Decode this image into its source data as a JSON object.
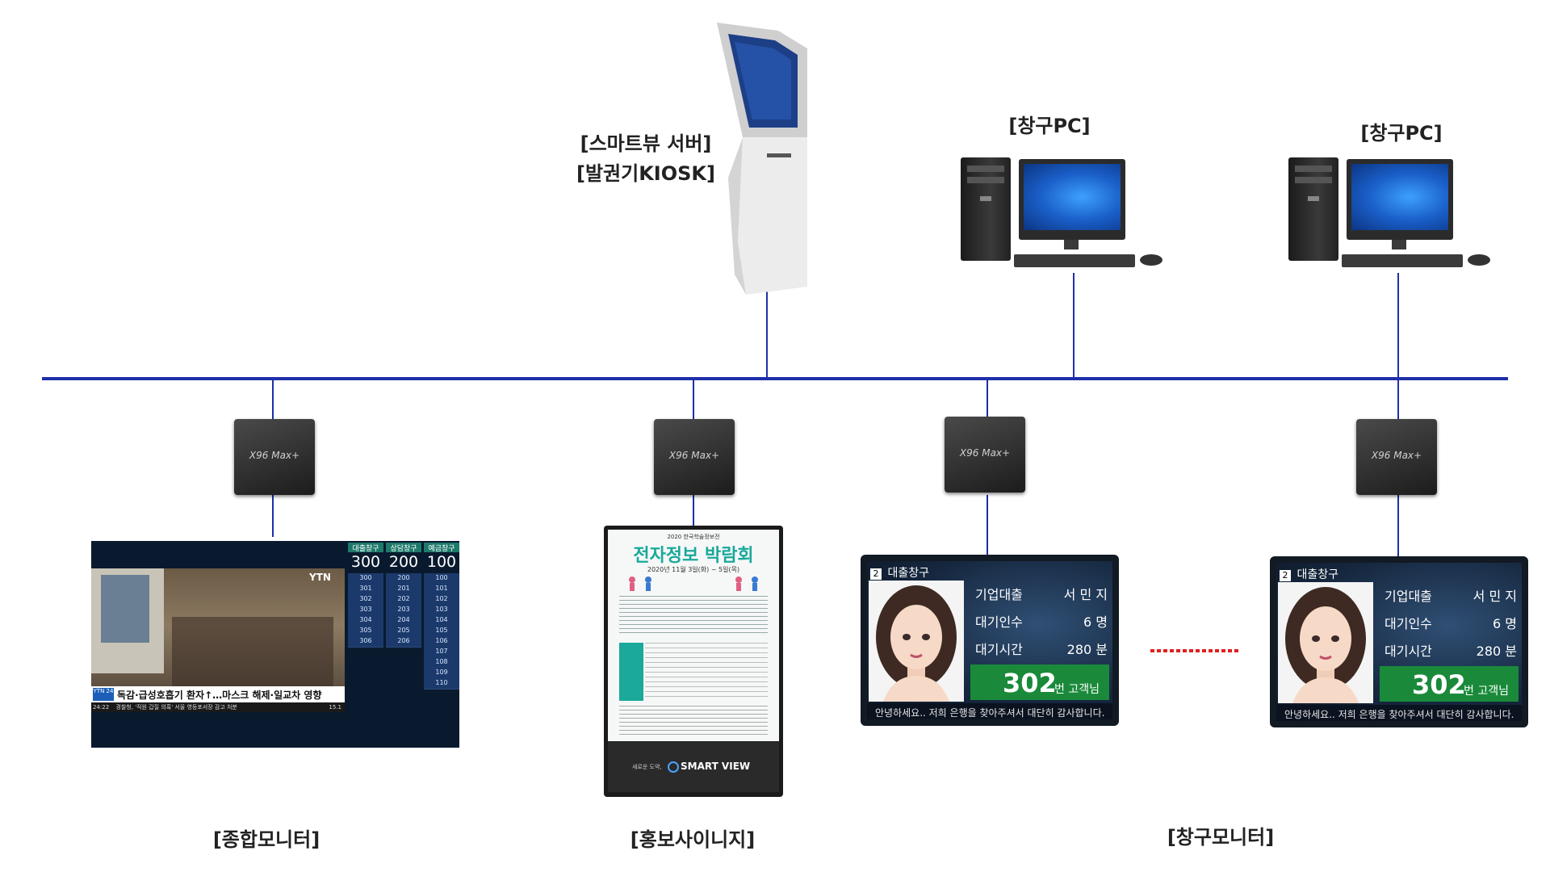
{
  "labels": {
    "kiosk_line1": "[스마트뷰 서버]",
    "kiosk_line2": "[발권기KIOSK]",
    "pc1": "[창구PC]",
    "pc2": "[창구PC]",
    "general_monitor": "[종합모니터]",
    "signage": "[홍보사이니지]",
    "window_monitor": "[창구모니터]"
  },
  "android_box_logo": "X96 Max+",
  "general_monitor": {
    "headers": [
      "대출창구",
      "상담창구",
      "예금창구"
    ],
    "current": [
      "300",
      "200",
      "100"
    ],
    "rows": [
      [
        "300",
        "200",
        "100"
      ],
      [
        "301",
        "201",
        "101"
      ],
      [
        "302",
        "202",
        "102"
      ],
      [
        "303",
        "203",
        "103"
      ],
      [
        "304",
        "204",
        "104"
      ],
      [
        "305",
        "205",
        "105"
      ],
      [
        "306",
        "206",
        "106"
      ],
      [
        "",
        "",
        "107"
      ],
      [
        "",
        "",
        "108"
      ],
      [
        "",
        "",
        "109"
      ],
      [
        "",
        "",
        "110"
      ]
    ],
    "news_logo": "YTN 24",
    "news_headline": "독감·급성호흡기 환자↑…마스크 해제·일교차 영향",
    "news_ticker": "경찰청, '직원 갑질 의혹' 서울 영등포서장 감고 처분",
    "time": "24:22",
    "channel_logo": "YTN",
    "temp": "15.1"
  },
  "signage": {
    "year_title": "2020 한국학술정보전",
    "title": "전자정보 박람회",
    "date": "2020년 11월 3일(화) ~ 5일(목)",
    "footer_brand": "SMART VIEW",
    "footer_tagline": "새로운 도약,"
  },
  "window_monitors": [
    {
      "number": "2",
      "window_name": "대출창구",
      "rows": [
        {
          "label": "기업대출",
          "value": "서 민 지"
        },
        {
          "label": "대기인수",
          "value": "6 명"
        },
        {
          "label": "대기시간",
          "value": "280 분"
        }
      ],
      "ticket_number": "302",
      "ticket_suffix": "번 고객님",
      "footer": "안녕하세요.. 저희 은행을 찾아주셔서 대단히 감사합니다."
    },
    {
      "number": "2",
      "window_name": "대출창구",
      "rows": [
        {
          "label": "기업대출",
          "value": "서 민 지"
        },
        {
          "label": "대기인수",
          "value": "6 명"
        },
        {
          "label": "대기시간",
          "value": "280 분"
        }
      ],
      "ticket_number": "302",
      "ticket_suffix": "번 고객님",
      "footer": "안녕하세요.. 저희 은행을 찾아주셔서 대단히 감사합니다."
    }
  ],
  "colors": {
    "network_line": "#1f2fa8",
    "ellipsis": "#e02020",
    "ticket_green": "#1a8a3a"
  }
}
